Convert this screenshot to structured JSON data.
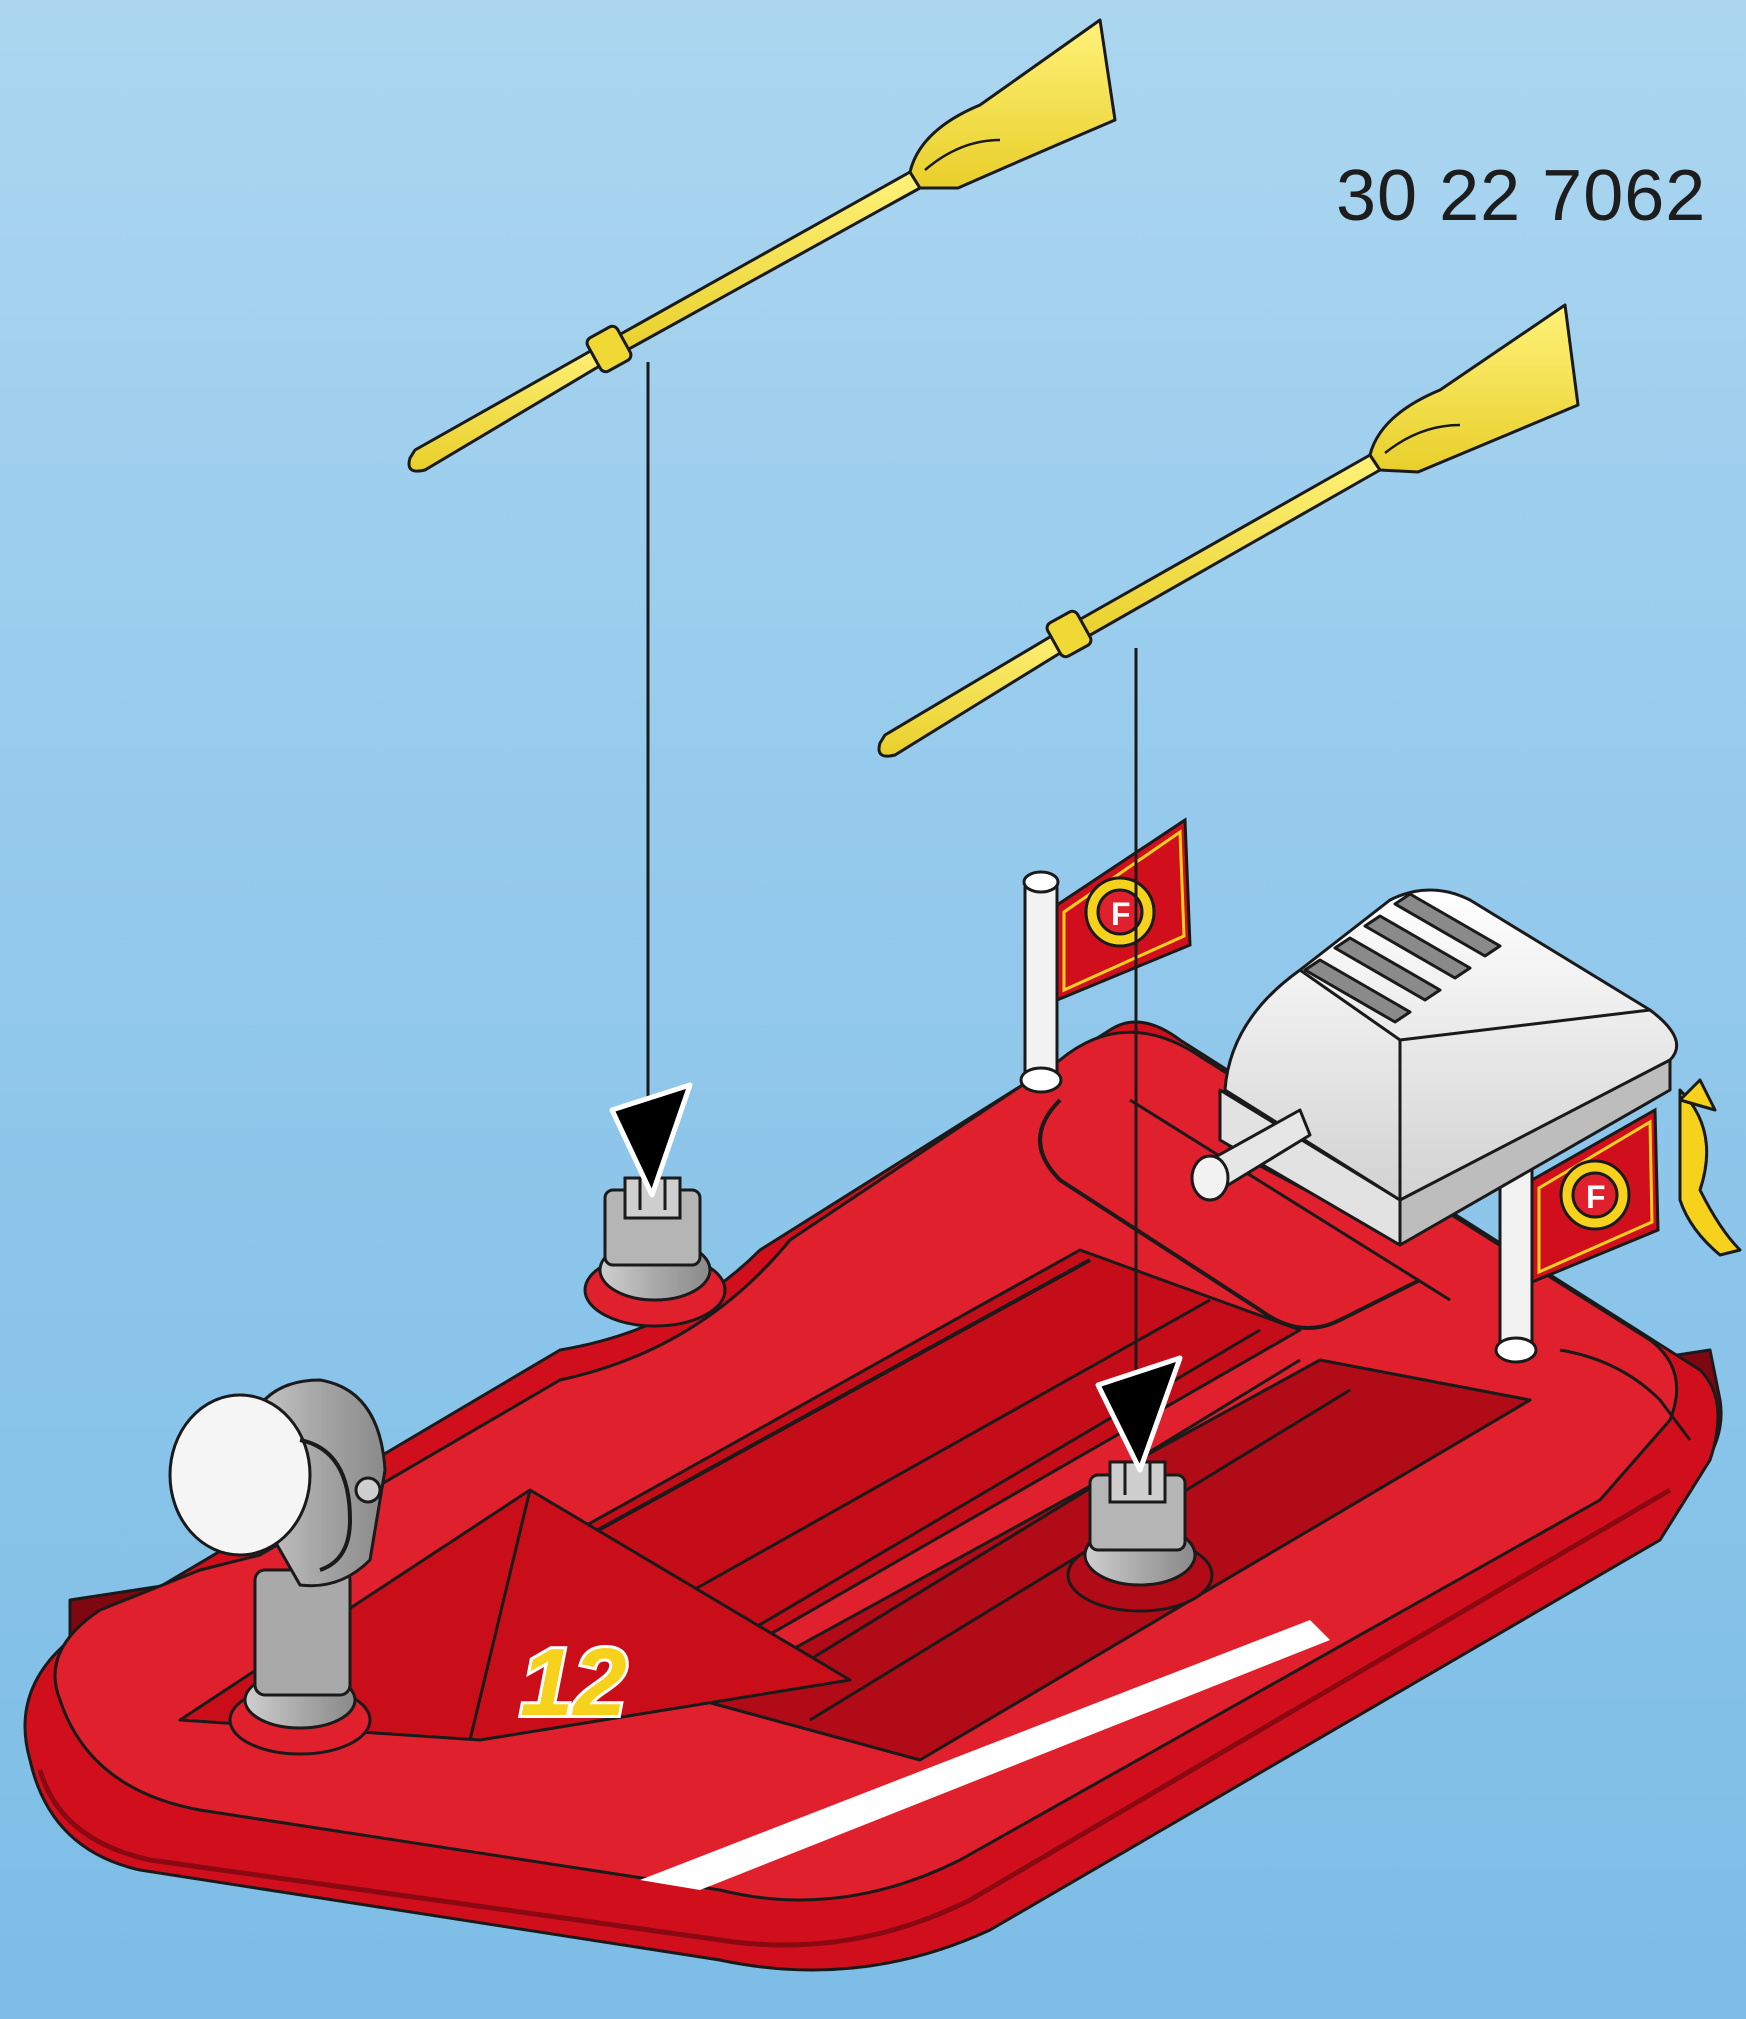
{
  "part_number": "30 22 7062",
  "hull_number": "12",
  "flag_letter": "F",
  "colors": {
    "background_top": "#acd6f0",
    "background_bottom": "#7dbde6",
    "hull_red": "#d10f1c",
    "hull_dark": "#9c0a14",
    "oar_yellow": "#f4e34a",
    "motor_white": "#f2f2f2",
    "badge_yellow": "#f7d21c",
    "outline": "#1a1a1a"
  },
  "icons": [
    "oar-icon",
    "arrow-down-icon",
    "oarlock-icon",
    "searchlight-icon",
    "flag-icon",
    "outboard-motor-icon",
    "fire-badge-icon"
  ]
}
